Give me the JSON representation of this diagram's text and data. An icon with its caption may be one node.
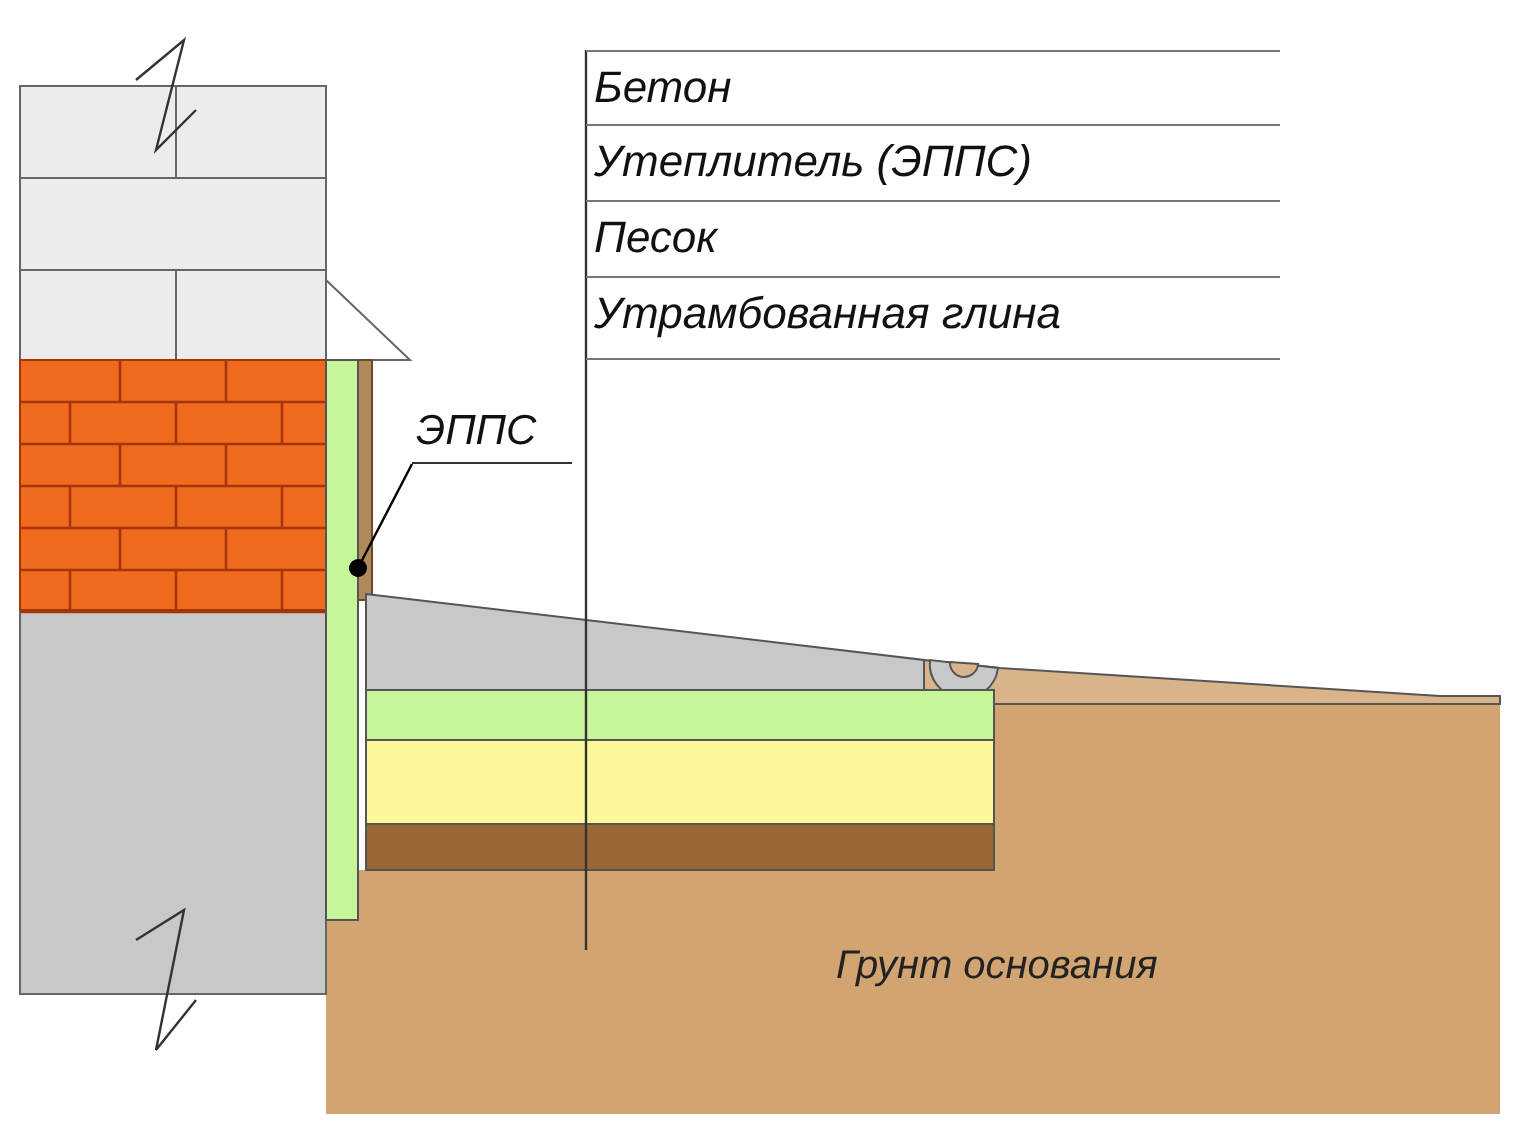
{
  "diagram": {
    "nodes": [
      {
        "text": [
          "Бетон"
        ]
      },
      {
        "text": [
          "Утеплитель (ЭППС)"
        ]
      },
      {
        "text": [
          "Песок"
        ]
      },
      {
        "text": [
          "Утрамбованная глина"
        ]
      },
      {
        "text": [
          "ЭППС"
        ]
      },
      {
        "text": [],
        "shape": "bar"
      },
      {
        "text": [],
        "shape": "bar"
      },
      {
        "text": [],
        "shape": "bar"
      },
      {
        "text": [],
        "shape": "bar"
      },
      {
        "text": [],
        "shape": "bar"
      }
    ],
    "edges": [
      {
        "from": 0,
        "to": 5,
        "arrow": "none"
      },
      {
        "from": 1,
        "to": 6,
        "arrow": "none"
      },
      {
        "from": 2,
        "to": 7,
        "arrow": "none"
      },
      {
        "from": 3,
        "to": 8,
        "arrow": "none"
      },
      {
        "from": 4,
        "to": 9,
        "arrow": "other"
      }
    ],
    "labels": [
      "Грунт основания"
    ]
  }
}
